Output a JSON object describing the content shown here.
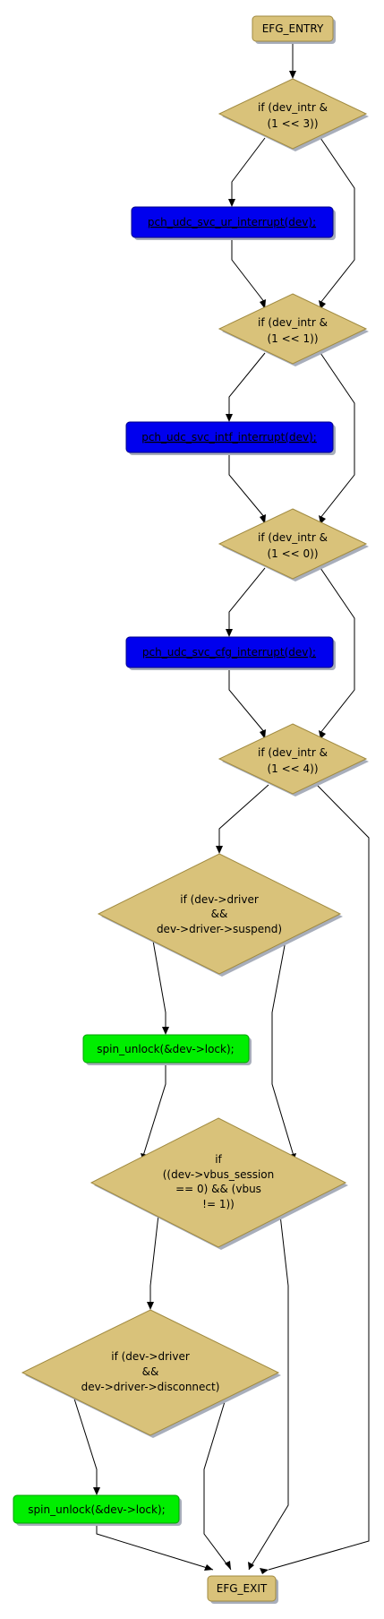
{
  "colors": {
    "decision_fill": "#d9c27a",
    "terminal_fill": "#d9c27a",
    "call_fill": "#0000ee",
    "unlock_fill": "#00ee00",
    "shadow": "#a8aebb",
    "edge": "#000000"
  },
  "nodes": {
    "entry": {
      "lines": [
        "EFG_ENTRY"
      ]
    },
    "if_intr3": {
      "lines": [
        "if (dev_intr &",
        "(1 << 3))"
      ]
    },
    "call_ur": {
      "lines": [
        "pch_udc_svc_ur_interrupt(dev);"
      ]
    },
    "if_intr1": {
      "lines": [
        "if (dev_intr &",
        "(1 << 1))"
      ]
    },
    "call_intf": {
      "lines": [
        "pch_udc_svc_intf_interrupt(dev);"
      ]
    },
    "if_intr0": {
      "lines": [
        "if (dev_intr &",
        "(1 << 0))"
      ]
    },
    "call_cfg": {
      "lines": [
        "pch_udc_svc_cfg_interrupt(dev);"
      ]
    },
    "if_intr4": {
      "lines": [
        "if (dev_intr &",
        "(1 << 4))"
      ]
    },
    "if_suspend": {
      "lines": [
        "if (dev->driver",
        "&&",
        "dev->driver->suspend)"
      ]
    },
    "unlock1": {
      "lines": [
        "spin_unlock(&dev->lock);"
      ]
    },
    "if_vbus": {
      "lines": [
        "if",
        "((dev->vbus_session",
        "== 0) && (vbus",
        "!= 1))"
      ]
    },
    "if_disconnect": {
      "lines": [
        "if (dev->driver",
        "&&",
        "dev->driver->disconnect)"
      ]
    },
    "unlock2": {
      "lines": [
        "spin_unlock(&dev->lock);"
      ]
    },
    "exit": {
      "lines": [
        "EFG_EXIT"
      ]
    }
  }
}
